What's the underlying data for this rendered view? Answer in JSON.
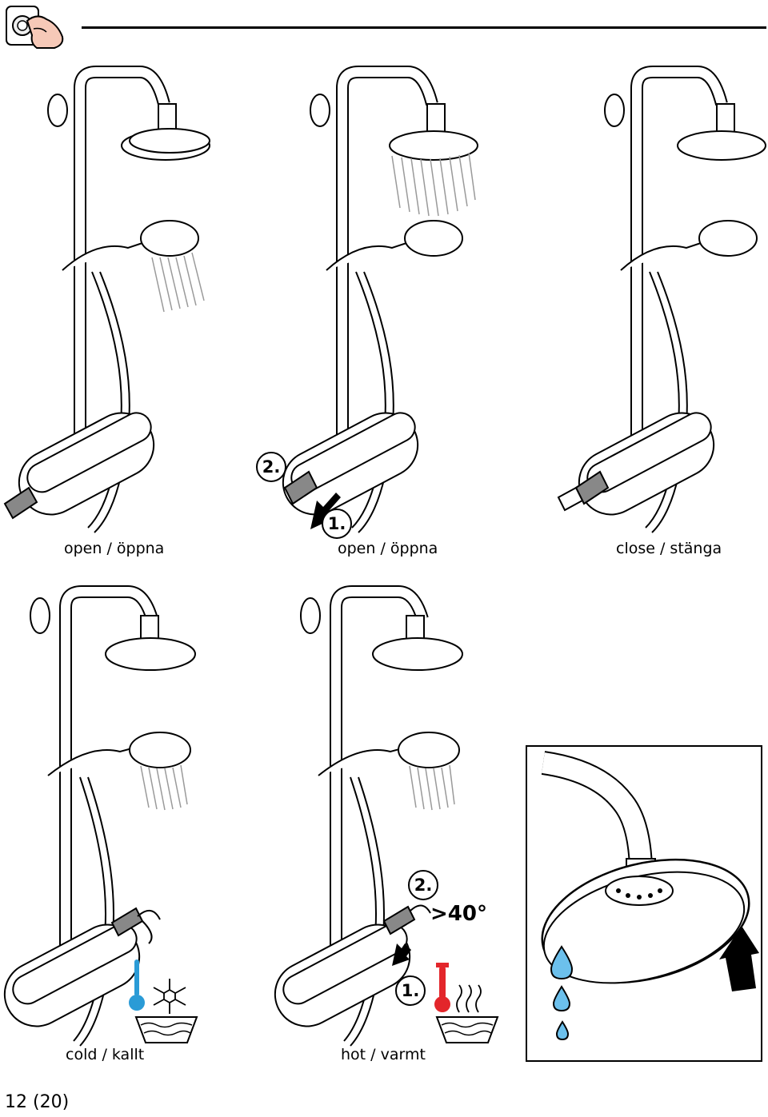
{
  "captions": {
    "fig1": "open / öppna",
    "fig2": "open / öppna",
    "fig3": "close / stänga",
    "fig4": "cold / kallt",
    "fig5": "hot / varmt"
  },
  "steps": {
    "fig2_step1": "1.",
    "fig2_step2": "2.",
    "fig5_step1": "1.",
    "fig5_step2": "2."
  },
  "angle_label": ">40°",
  "page_number": "12 (20)",
  "icons": [
    "hand-pressing-button-icon",
    "cold-thermometer-icon",
    "snowflake-icon",
    "hot-thermometer-icon",
    "steam-icon",
    "water-drop-icon",
    "up-arrow-icon"
  ],
  "colors": {
    "cold": "#2a9bd6",
    "hot": "#e3262b",
    "drop": "#6cc0ec",
    "water_gray": "#9a9a9a"
  }
}
